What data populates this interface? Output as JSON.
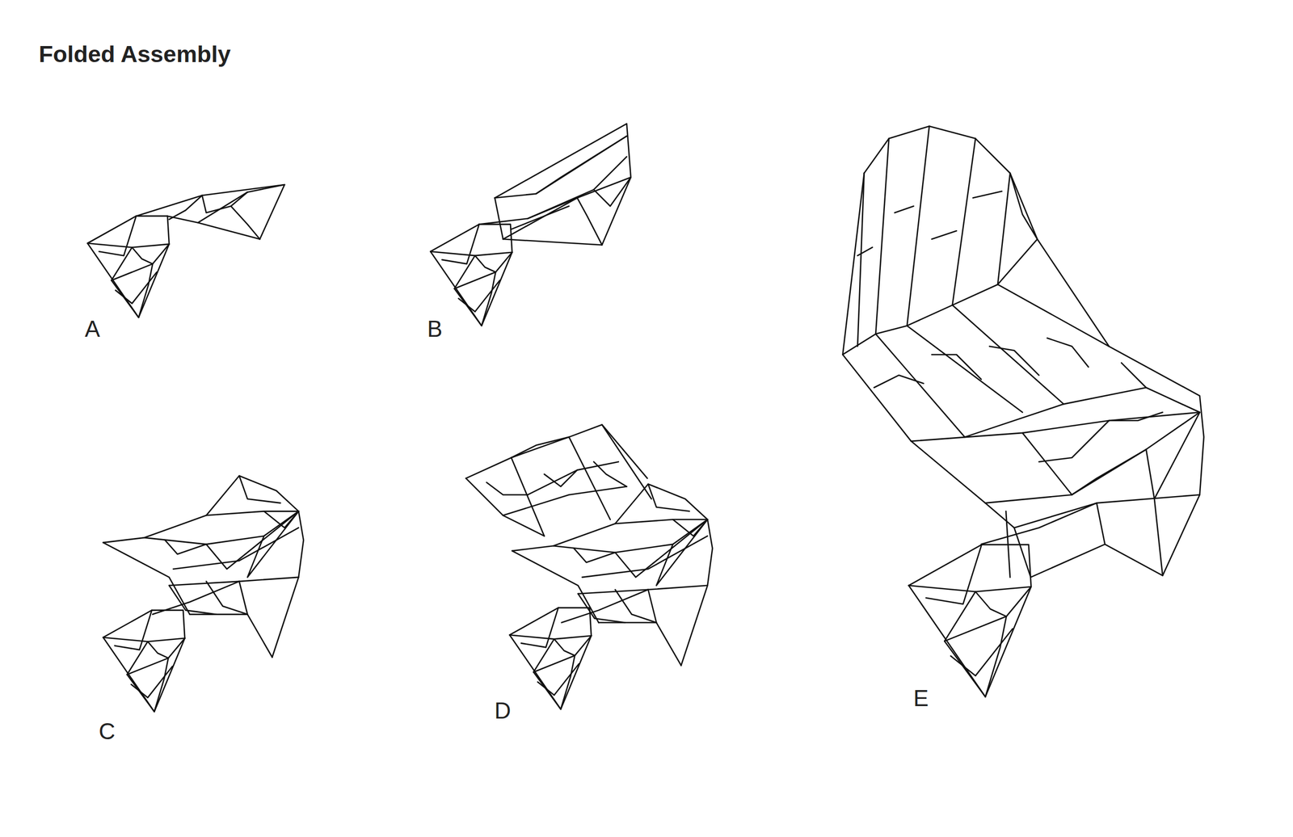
{
  "diagram": {
    "title": "Folded Assembly",
    "labels": [
      "A",
      "B",
      "C",
      "D",
      "E"
    ]
  }
}
